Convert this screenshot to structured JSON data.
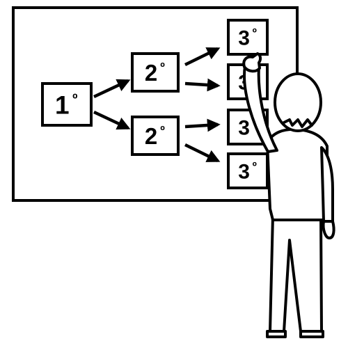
{
  "pictogram": {
    "colors": {
      "ink": "#000000",
      "paper": "#ffffff"
    },
    "boxes": [
      {
        "id": "level-1",
        "number": "1",
        "ordinal": "º"
      },
      {
        "id": "level-2-top",
        "number": "2",
        "ordinal": "º"
      },
      {
        "id": "level-2-bottom",
        "number": "2",
        "ordinal": "º"
      },
      {
        "id": "level-3-a",
        "number": "3",
        "ordinal": "º"
      },
      {
        "id": "level-3-b",
        "number": "3",
        "ordinal": "º"
      },
      {
        "id": "level-3-c",
        "number": "3",
        "ordinal": "º"
      },
      {
        "id": "level-3-d",
        "number": "3",
        "ordinal": "º"
      }
    ],
    "arrows": [
      {
        "from": "level-1",
        "to": "level-2-top"
      },
      {
        "from": "level-1",
        "to": "level-2-bottom"
      },
      {
        "from": "level-2-top",
        "to": "level-3-a"
      },
      {
        "from": "level-2-top",
        "to": "level-3-b"
      },
      {
        "from": "level-2-bottom",
        "to": "level-3-c"
      },
      {
        "from": "level-2-bottom",
        "to": "level-3-d"
      }
    ]
  }
}
